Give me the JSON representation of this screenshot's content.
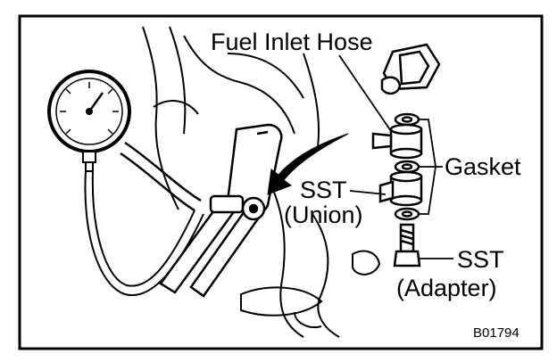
{
  "labels": {
    "fuel_inlet_hose": "Fuel Inlet Hose",
    "gasket": "Gasket",
    "sst_union_1": "SST",
    "sst_union_2": "(Union)",
    "sst_adapter_1": "SST",
    "sst_adapter_2": "(Adapter)",
    "figure_id": "B01794"
  },
  "colors": {
    "ink": "#000000",
    "paper": "#ffffff"
  },
  "icons": [
    "pressure-gauge-icon",
    "fuel-filter-icon",
    "banjo-fitting-icon",
    "gasket-icon",
    "adapter-bolt-icon",
    "arrow-icon"
  ]
}
